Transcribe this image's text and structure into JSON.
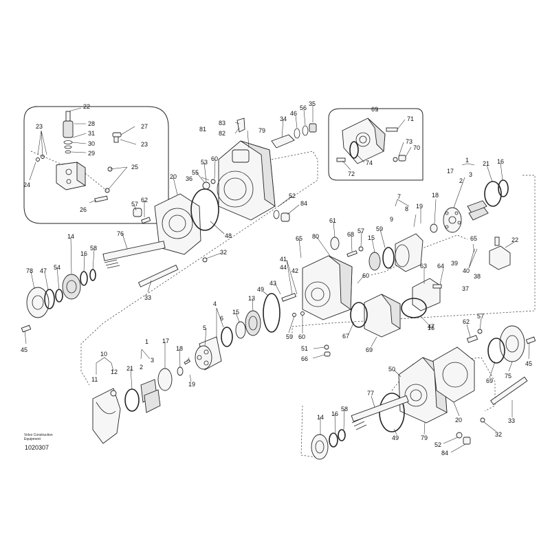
{
  "footer": {
    "brand_line1": "Volvo Construction",
    "brand_line2": "Equipment",
    "figure_ref": "1020307"
  },
  "callouts": [
    "1",
    "2",
    "3",
    "4",
    "5",
    "6",
    "7",
    "8",
    "9",
    "10",
    "11",
    "12",
    "13",
    "14",
    "15",
    "16",
    "17",
    "18",
    "19",
    "20",
    "21",
    "22",
    "23",
    "24",
    "25",
    "26",
    "27",
    "28",
    "29",
    "30",
    "31",
    "32",
    "33",
    "34",
    "35",
    "36",
    "37",
    "38",
    "39",
    "40",
    "41",
    "42",
    "43",
    "44",
    "45",
    "46",
    "47",
    "48",
    "49",
    "50",
    "51",
    "52",
    "53",
    "54",
    "55",
    "56",
    "57",
    "58",
    "59",
    "60",
    "61",
    "62",
    "63",
    "64",
    "65",
    "66",
    "67",
    "68",
    "69",
    "70",
    "71",
    "72",
    "73",
    "74",
    "75",
    "76",
    "77",
    "78",
    "79",
    "80",
    "81",
    "82",
    "83",
    "84"
  ],
  "extra_callouts": [
    "22",
    "23",
    "1",
    "2",
    "3",
    "5",
    "12",
    "21",
    "17",
    "14",
    "16",
    "58",
    "20",
    "32",
    "33",
    "45",
    "47",
    "48",
    "49",
    "52",
    "54",
    "57",
    "59",
    "60",
    "62",
    "67",
    "69",
    "75",
    "77",
    "79",
    "84",
    "66",
    "51",
    "38",
    "40",
    "39",
    "37",
    "4",
    "6"
  ]
}
